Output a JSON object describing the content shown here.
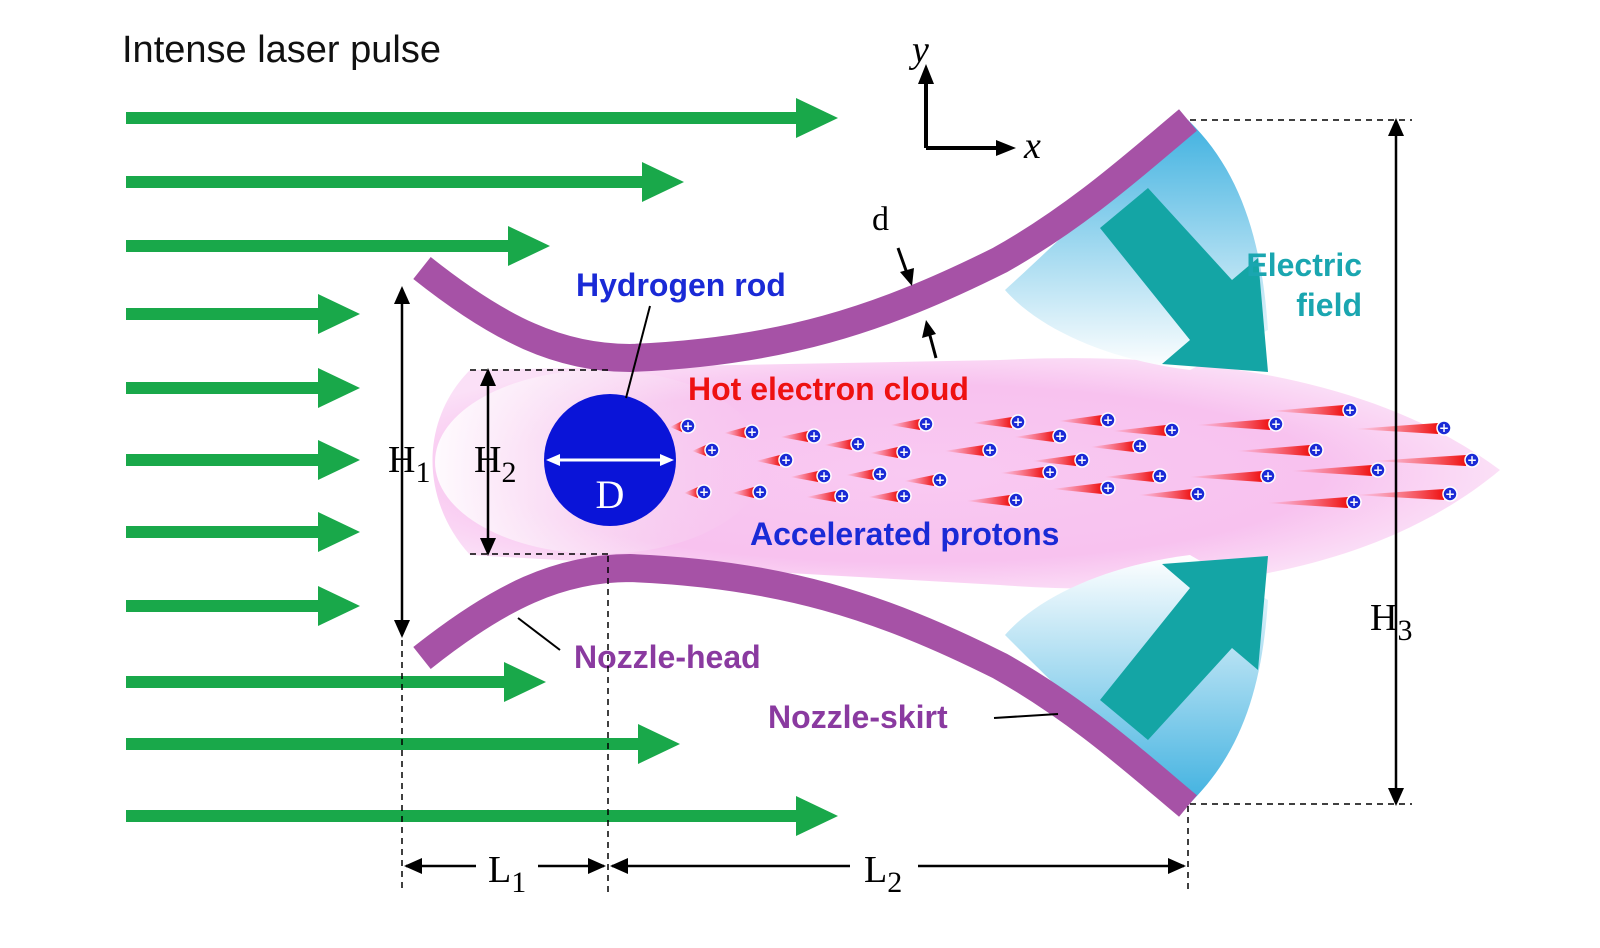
{
  "title": "Intense laser pulse",
  "axes": {
    "y": "y",
    "x": "x"
  },
  "labels": {
    "thickness": "d",
    "hydrogen_rod": "Hydrogen rod",
    "electric_field_line1": "Electric",
    "electric_field_line2": "field",
    "hot_electron_cloud": "Hot electron cloud",
    "accelerated_protons": "Accelerated protons",
    "nozzle_head": "Nozzle-head",
    "nozzle_skirt": "Nozzle-skirt",
    "diameter": "D",
    "proton_symbol": "+"
  },
  "dimensions": {
    "H1": {
      "base": "H",
      "sub": "1"
    },
    "H2": {
      "base": "H",
      "sub": "2"
    },
    "H3": {
      "base": "H",
      "sub": "3"
    },
    "L1": {
      "base": "L",
      "sub": "1"
    },
    "L2": {
      "base": "L",
      "sub": "2"
    }
  },
  "colors": {
    "laser": "#19a84a",
    "nozzle": "#a652a6",
    "hydrogen": "#0a14d8",
    "electric": "#14a5a5",
    "electric_field_text": "#1aa6b0",
    "hot_electron_text": "#ee1111",
    "protons_text": "#1a2ad6",
    "nozzle_text": "#8a3aa0",
    "cloud": "#f6b8ee"
  }
}
